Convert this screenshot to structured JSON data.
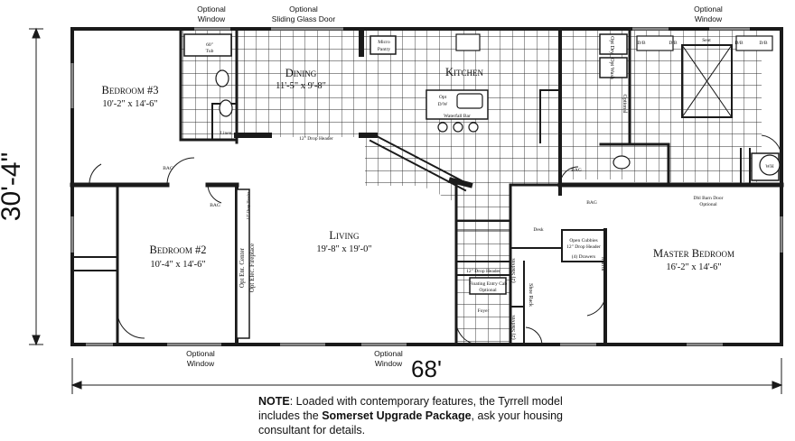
{
  "plan": {
    "overall_width": "68'",
    "overall_depth": "30'-4\"",
    "rooms": {
      "bedroom3": {
        "name": "Bedroom #3",
        "size": "10'-2\" x 14'-6\""
      },
      "dining": {
        "name": "Dining",
        "size": "11'-5\" x 9'-8\""
      },
      "kitchen": {
        "name": "Kitchen"
      },
      "living": {
        "name": "Living",
        "size": "19'-8\" x 19'-0\""
      },
      "bedroom2": {
        "name": "Bedroom #2",
        "size": "10'-4\" x 14'-6\""
      },
      "master": {
        "name": "Master Bedroom",
        "size": "16'-2\" x 14'-6\""
      }
    },
    "exterior_labels": {
      "top_window_left": [
        "Optional",
        "Window"
      ],
      "top_sliding_door": [
        "Optional",
        "Sliding Glass Door"
      ],
      "top_window_right": [
        "Optional",
        "Window"
      ],
      "bottom_window_left": [
        "Optional",
        "Window"
      ],
      "bottom_window_mid": [
        "Optional",
        "Window"
      ]
    },
    "fixtures": {
      "tub": [
        "60\"",
        "Tub"
      ],
      "linen": "Linen",
      "micro_pantry": [
        "Micro",
        "Pantry"
      ],
      "opt_dw": [
        "Opt",
        "D/W"
      ],
      "waterfall_bar": "Waterfall Bar",
      "desk": "Desk",
      "open_cubbies": "Open Cubbies",
      "drawers": "(4) Drawers",
      "mirror": "Mirror",
      "shelves_upper": "(2) Shelves",
      "shelves_lower": "(2) Shelves",
      "shoe_rack": "Shoe Rack",
      "floating_entry_cab": "Floating Entry Cab",
      "optional_small": "Optional",
      "foyer": "Foyer",
      "dbl_barn_door": "Dbl Barn Door",
      "barn_optional": "Optional",
      "wh": "WH",
      "seat": "Seat",
      "db_labels": [
        "D/B",
        "D/B",
        "D/B",
        "D/B"
      ],
      "opt_dry": "Opt Dry",
      "opt_wash": "Opt Wash",
      "optional_vertical": "Optional",
      "opt_fireplace": "Opt Elec. Fireplace",
      "opt_ent_center": "Opt Ent. Center",
      "drop_header_12": "12\" Drop Header",
      "drop_header_12b": "12\" Drop Header",
      "drop_header_12c": "12\" Drop Header",
      "drop_header_12d": "12\" Drop Header",
      "bag_labels": [
        "BAG",
        "BAG",
        "BAG",
        "BAG"
      ]
    }
  },
  "note": {
    "prefix": "NOTE",
    "text1": ": Loaded with contemporary features, the Tyrrell model includes the ",
    "package": "Somerset Upgrade Package",
    "text2": ", ask your housing consultant for details."
  },
  "colors": {
    "wall": "#1a1a1a",
    "grid": "#333333",
    "window": "#888888"
  }
}
